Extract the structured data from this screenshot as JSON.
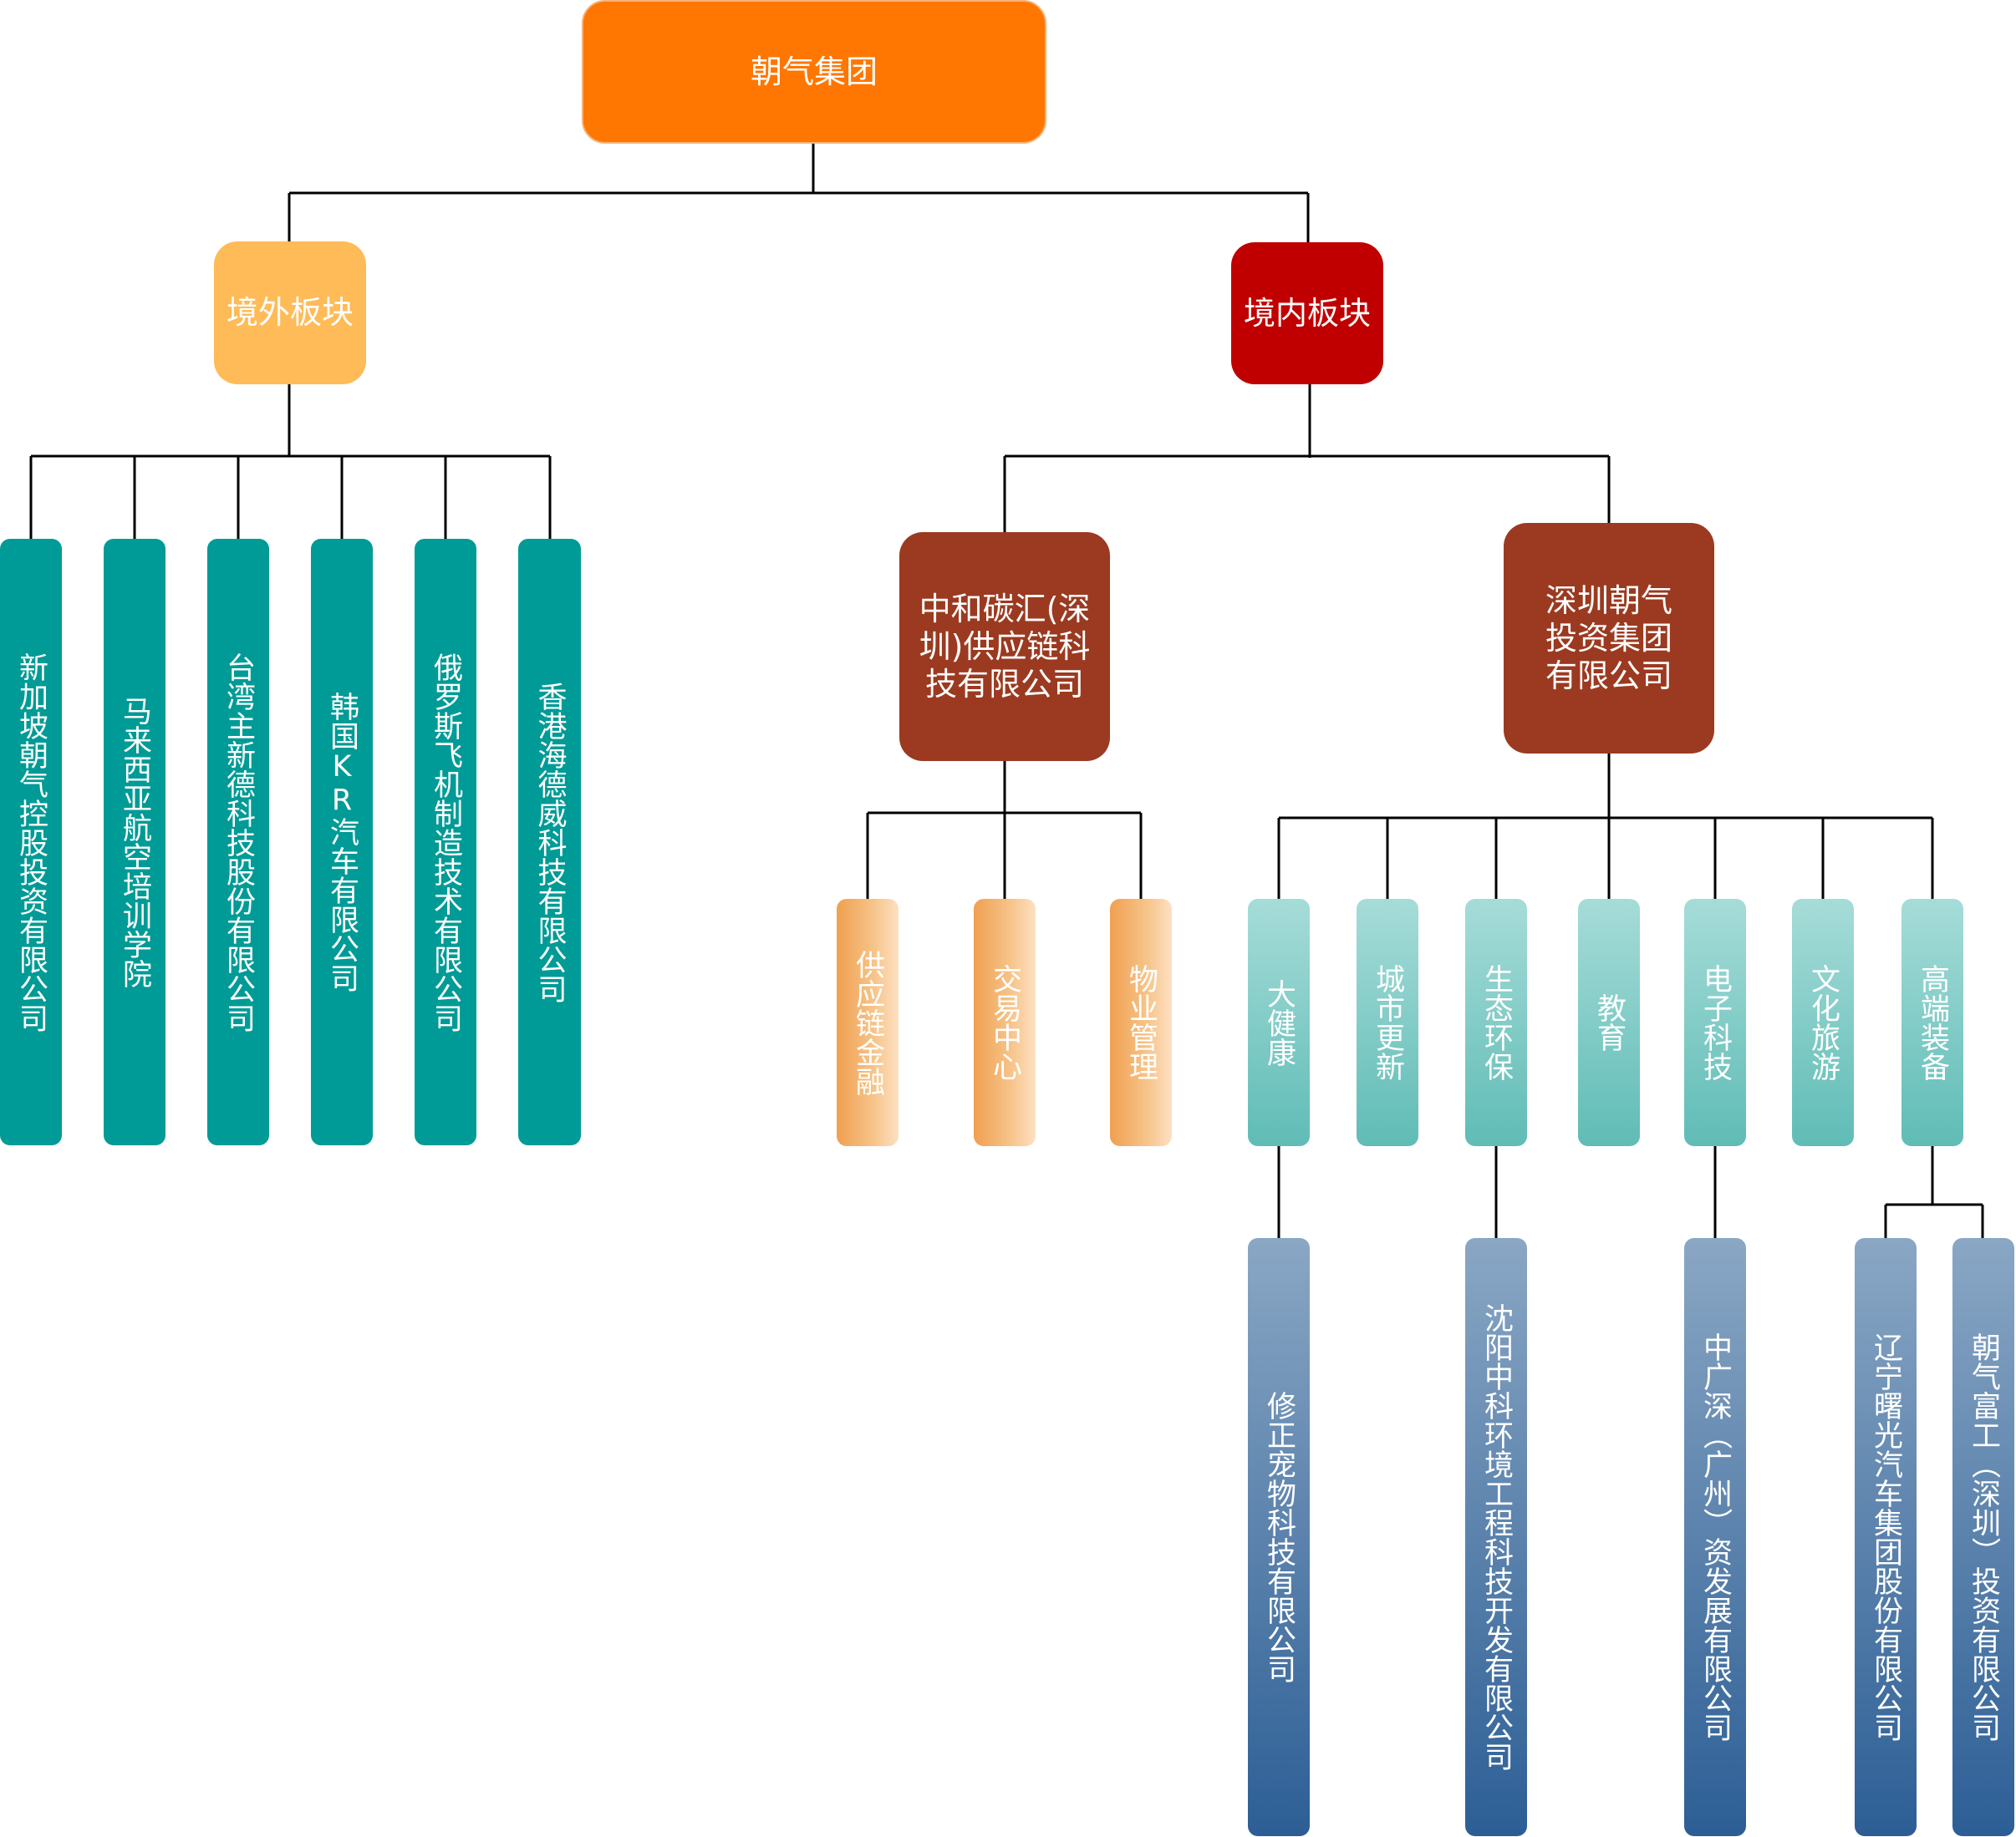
{
  "root": "朝气集团",
  "branches": {
    "overseas": "境外板块",
    "domestic": "境内板块"
  },
  "overseas_companies": [
    "新加坡朝气控股投资有限公司",
    "马来西亚航空培训学院",
    "台湾主新德科技股份有限公司",
    "韩国KR汽车有限公司",
    "俄罗斯飞机制造技术有限公司",
    "香港海德威科技有限公司"
  ],
  "domestic_subsidiaries": {
    "zhonghe": "中和碳汇(深圳)供应链科技有限公司",
    "shenzhen": "深圳朝气投资集团有限公司"
  },
  "zhonghe_units": [
    "供应链金融",
    "交易中心",
    "物业管理"
  ],
  "shenzhen_sectors": [
    "大健康",
    "城市更新",
    "生态环保",
    "教育",
    "电子科技",
    "文化旅游",
    "高端装备"
  ],
  "sector_companies": [
    "修正宠物科技有限公司",
    "沈阳中科环境工程科技开发有限公司",
    "中广深（广州）资发展有限公司",
    "辽宁曙光汽车集团股份有限公司",
    "朝气富工（深圳）投资有限公司"
  ],
  "colors": {
    "root": "#ff7600",
    "overseas": "#ffbb57",
    "domestic": "#c00000",
    "subsidiary": "#9b3a20",
    "overseas_company": "#009b96",
    "unit": "#f0a050",
    "sector": "#60bcb6",
    "company": "#2c5e95"
  }
}
